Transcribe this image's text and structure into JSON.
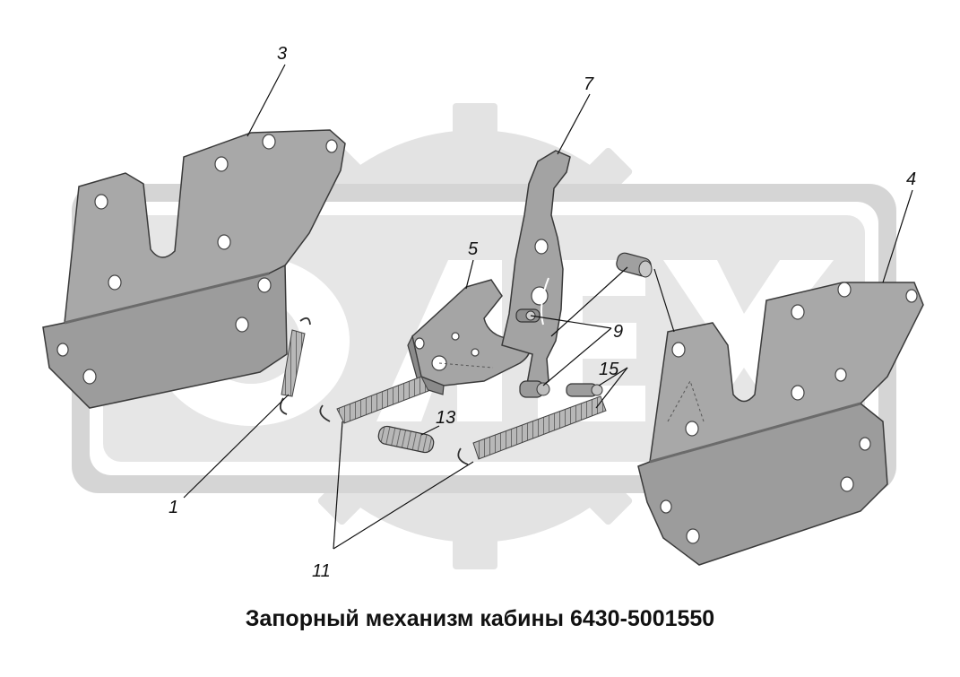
{
  "caption": "Запорный механизм кабины 6430-5001550",
  "callouts": {
    "c1": "1",
    "c3": "3",
    "c4": "4",
    "c5": "5",
    "c7": "7",
    "c9": "9",
    "c11": "11",
    "c13": "13",
    "c15": "15"
  },
  "colors": {
    "part_fill": "#a3a3a3",
    "part_edge": "#8a8a8a",
    "outline": "#3a3a3a",
    "watermark": "#e2e2e2",
    "spring": "#9a9a9a"
  },
  "watermark_logo": "ОЛЕХ"
}
